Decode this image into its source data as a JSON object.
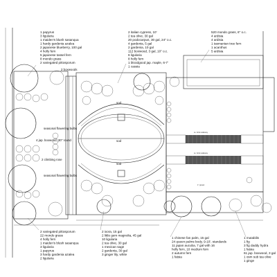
{
  "legend_top_left": [
    "1 papyrus",
    "3 ligularia",
    "1 maiden's blush sasanqua",
    "1 hardy gardenia azalea",
    "2 japanese blueberry, 100 gal",
    "4 holly fern",
    "5 japanese tassel fern",
    "8 mondo grass",
    "2 variegated pittosporum"
  ],
  "legend_top_center": [
    "2 italian cypress, 10'",
    "2 tea olive, 30 gal",
    "20 podocarpus, 30 gal, 24\" o.c.",
    "4 gardenia, 5 gal",
    "2 gardenia, 10 gal",
    "112 boxwood, 3 gal, 10\" o.c.",
    "6 ligularia",
    "8 holly fern",
    "1 bloodgood jap. maple, 6-7'",
    "1 cassia"
  ],
  "legend_top_right": [
    "520 mondo grass, 6\" o.c.",
    "4 ardisia",
    "4 ardisia",
    "1 tasmanian tree fern",
    "1 acanthus",
    "5 ardisia"
  ],
  "legend_bottom_left": [
    "2 variegated pittosporum",
    "22 mondo grass",
    "4 holly fern",
    "1 maiden's blush sasanqua",
    "3 ligularia",
    "1 papyrus",
    "3 hardy gardenia azalea",
    "2 ligularia"
  ],
  "legend_bottom_center": [
    "2 ixora, 15 gal",
    "2 little gem magnolia, 45 gal",
    "10 ligularia",
    "2 tea olive, 30 gal",
    "1 mexican sage",
    "2 gardenia, 30 gal",
    "3 ginger lily, white"
  ],
  "legend_bottom_right": [
    "1 chinese fan palm, 15 gal",
    "24 queen palms body, 9-10', standards",
    "11 japan aucuba, 7 gal with 16",
    "holly fern, 10 medium fern",
    "2 autumn fern",
    "1 fatsia"
  ],
  "legend_far_right": [
    "1 mutabilis",
    "1 fig",
    "3 fig daddy hydra",
    "1 fatsia",
    "61 jap. boxwood, 3 gal",
    "1 osm sub tea olive",
    "1 ginge"
  ],
  "plan_labels": {
    "boxwood": "2 boxwoods",
    "sod_top": "sod",
    "sod_mid": "sod",
    "sod_bottom": "sod",
    "seasonal_top": "seasonal flowering bulbs",
    "boxwood_round": "4 jap. boxwood, 30\" round",
    "climbing_rose": "2 climbing rose",
    "seasonal_bottom": "seasonal flowering bulbs",
    "walkway_1": "ss. brick walkway",
    "walkway_2": "ss. brick walkway",
    "mulch": "1\" gravel"
  }
}
